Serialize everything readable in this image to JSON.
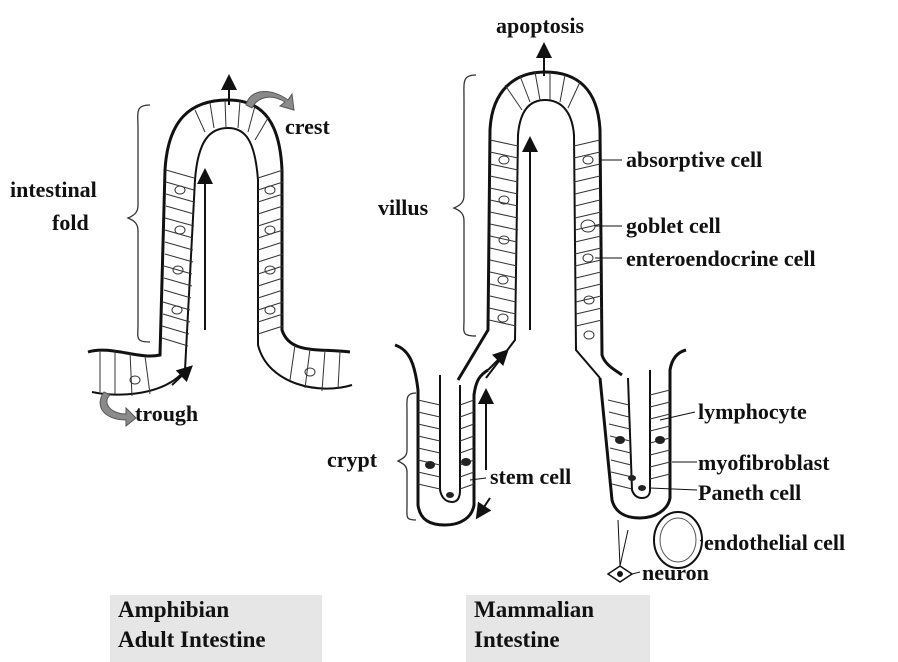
{
  "amphibian": {
    "labels": {
      "intestinal_fold_1": "intestinal",
      "intestinal_fold_2": "fold",
      "crest": "crest",
      "trough": "trough"
    },
    "caption": [
      "Amphibian",
      "Adult Intestine"
    ]
  },
  "mammalian": {
    "labels": {
      "apoptosis": "apoptosis",
      "villus": "villus",
      "crypt": "crypt",
      "stem_cell": "stem cell",
      "absorptive_cell": "absorptive cell",
      "goblet_cell": "goblet cell",
      "enteroendocrine_cell": "enteroendocrine cell",
      "lymphocyte": "lymphocyte",
      "myofibroblast": "myofibroblast",
      "paneth_cell": "Paneth cell",
      "endothelial_cell": "endothelial cell",
      "neuron": "neuron"
    },
    "caption": [
      "Mammalian",
      "Intestine"
    ]
  }
}
